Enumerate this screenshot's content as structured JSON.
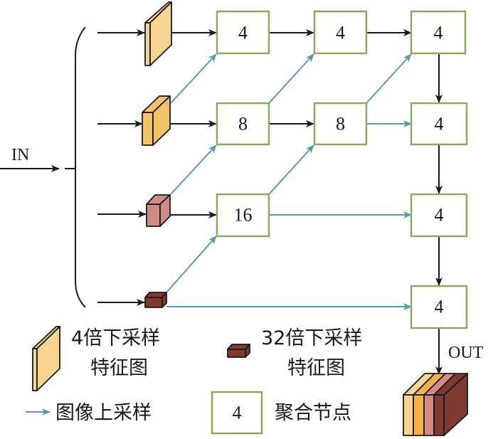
{
  "colors": {
    "node_border": "#8fa860",
    "black_arrow": "#1a1a1a",
    "upsample_arrow": "#5b9aa8",
    "map_4x": "#f7d590",
    "map_8x": "#f3c36a",
    "map_16x": "#d28a87",
    "map_32x": "#7f3a33"
  },
  "input_label": "IN",
  "output_label": "OUT",
  "nodes": [
    {
      "id": "r1c1",
      "label": "4"
    },
    {
      "id": "r1c2",
      "label": "4"
    },
    {
      "id": "r1c3",
      "label": "4"
    },
    {
      "id": "r2c1",
      "label": "8"
    },
    {
      "id": "r2c2",
      "label": "8"
    },
    {
      "id": "r2c3",
      "label": "4"
    },
    {
      "id": "r3c1",
      "label": "16"
    },
    {
      "id": "r3c3",
      "label": "4"
    },
    {
      "id": "r4c3",
      "label": "4"
    }
  ],
  "feature_maps": [
    {
      "name": "4x-downsample-feature-map",
      "scale": "4"
    },
    {
      "name": "8x-downsample-feature-map",
      "scale": "8"
    },
    {
      "name": "16x-downsample-feature-map",
      "scale": "16"
    },
    {
      "name": "32x-downsample-feature-map",
      "scale": "32"
    }
  ],
  "legend": {
    "map4_line1": "4倍下采样",
    "map4_line2": "特征图",
    "map32_line1": "32倍下采样",
    "map32_line2": "特征图",
    "upsample_label": "图像上采样",
    "node_sample": "4",
    "node_label": "聚合节点"
  }
}
